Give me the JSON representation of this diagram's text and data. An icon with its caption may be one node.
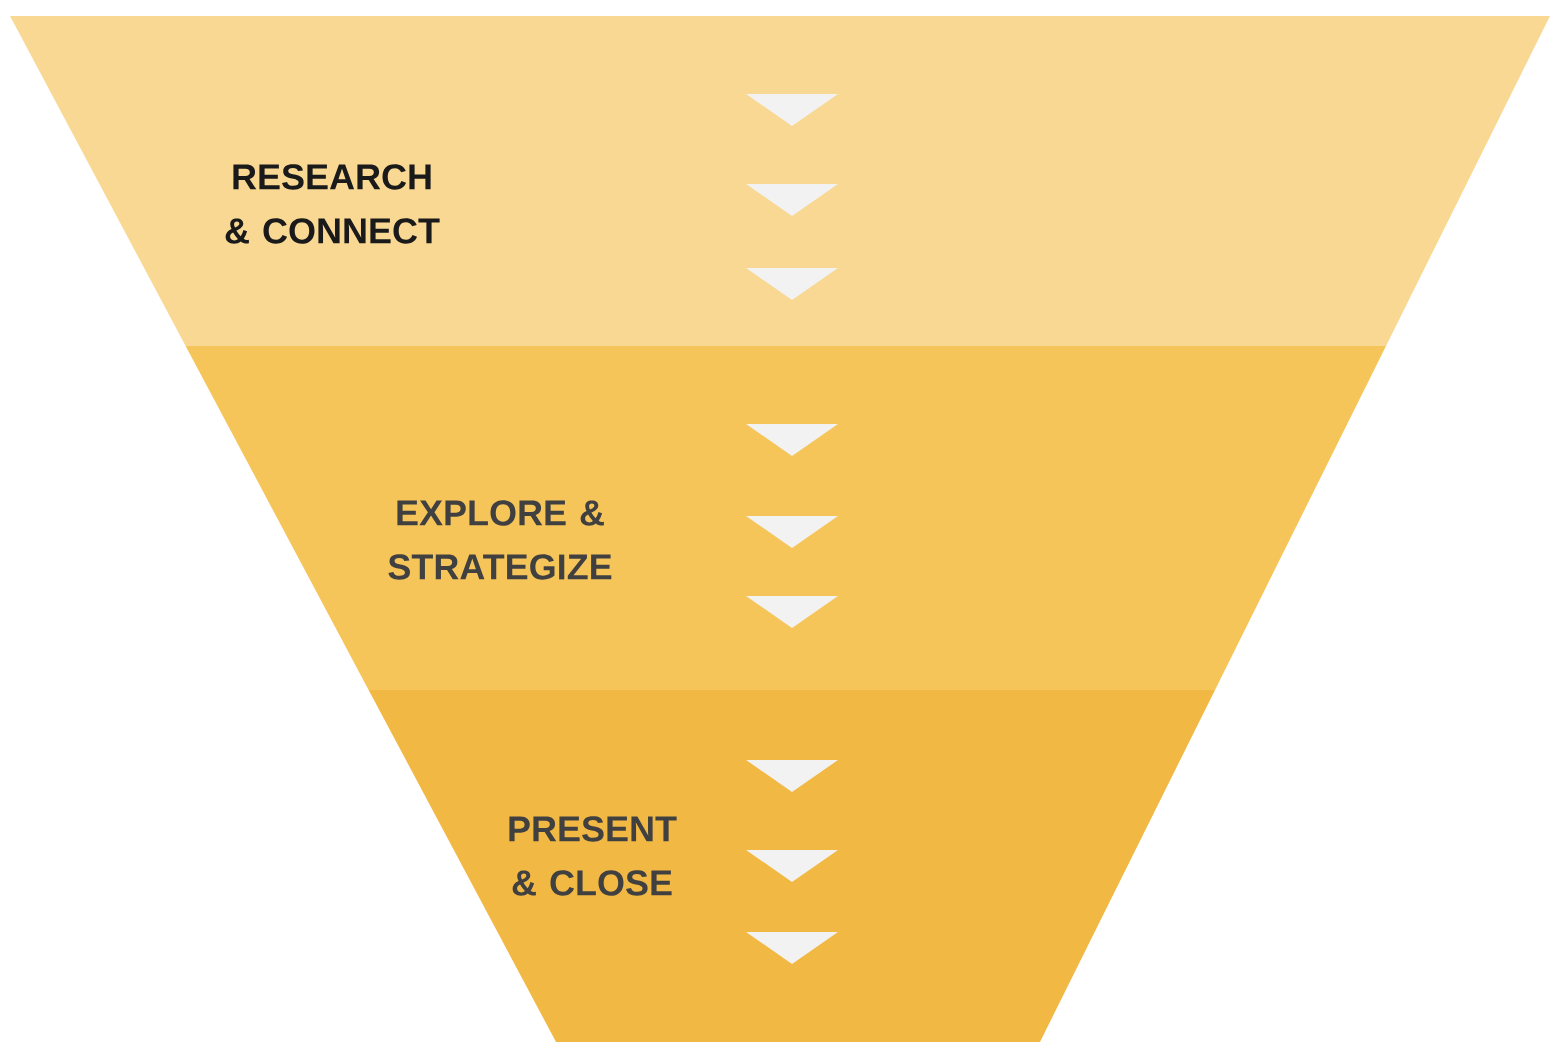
{
  "diagram": {
    "nodes": [
      {
        "text": [
          "RESEARCH & CONNECT"
        ]
      },
      {
        "text": [
          "EXPLORE & STRATEGIZE"
        ]
      },
      {
        "text": [
          "PRESENT & CLOSE"
        ]
      }
    ]
  }
}
